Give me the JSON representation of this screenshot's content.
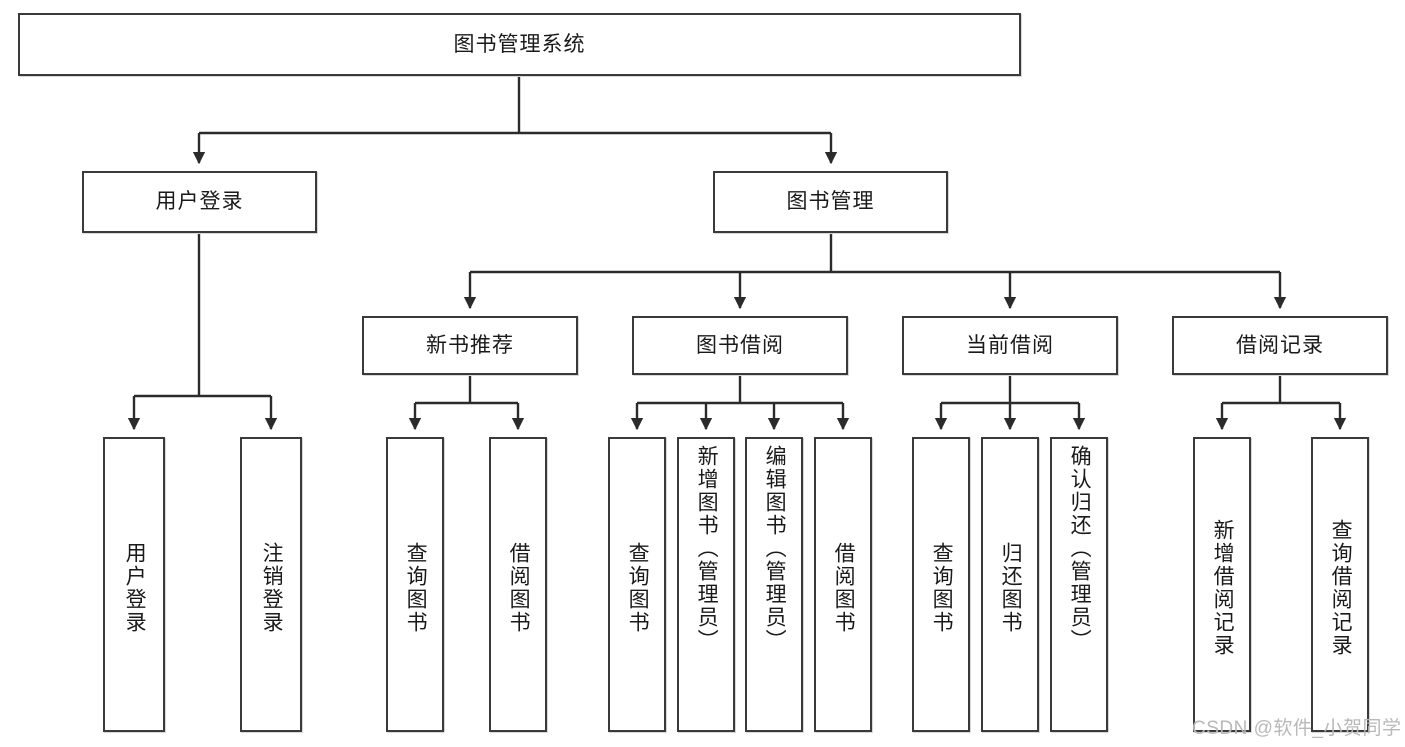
{
  "diagram": {
    "type": "tree",
    "title": "图书管理系统",
    "watermark": "CSDN @软件_小贺同学",
    "colors": {
      "box_border": "#3a3a3a",
      "box_fill": "#ffffff",
      "edge": "#2b2b2b",
      "text": "#1a1a1a",
      "watermark": "#b9b9b9",
      "background": "#ffffff"
    },
    "nodes": {
      "root": {
        "label": "图书管理系统",
        "level": 1,
        "orientation": "horizontal"
      },
      "user_login": {
        "label": "用户登录",
        "level": 2,
        "orientation": "horizontal"
      },
      "book_manage": {
        "label": "图书管理",
        "level": 2,
        "orientation": "horizontal"
      },
      "new_book_rec": {
        "label": "新书推荐",
        "level": 3,
        "orientation": "horizontal"
      },
      "book_borrow": {
        "label": "图书借阅",
        "level": 3,
        "orientation": "horizontal"
      },
      "current_borrow": {
        "label": "当前借阅",
        "level": 3,
        "orientation": "horizontal"
      },
      "borrow_record": {
        "label": "借阅记录",
        "level": 3,
        "orientation": "horizontal"
      },
      "leaf_user_login": {
        "label": "用户登录",
        "level": 4,
        "orientation": "vertical"
      },
      "leaf_logout": {
        "label": "注销登录",
        "level": 4,
        "orientation": "vertical"
      },
      "leaf_query_book_1": {
        "label": "查询图书",
        "level": 4,
        "orientation": "vertical"
      },
      "leaf_borrow_book_1": {
        "label": "借阅图书",
        "level": 4,
        "orientation": "vertical"
      },
      "leaf_query_book_2": {
        "label": "查询图书",
        "level": 4,
        "orientation": "vertical"
      },
      "leaf_add_book": {
        "label": "新增图书（管理员）",
        "level": 4,
        "orientation": "vertical"
      },
      "leaf_edit_book": {
        "label": "编辑图书（管理员）",
        "level": 4,
        "orientation": "vertical"
      },
      "leaf_borrow_book_2": {
        "label": "借阅图书",
        "level": 4,
        "orientation": "vertical"
      },
      "leaf_query_book_3": {
        "label": "查询图书",
        "level": 4,
        "orientation": "vertical"
      },
      "leaf_return_book": {
        "label": "归还图书",
        "level": 4,
        "orientation": "vertical"
      },
      "leaf_confirm_return": {
        "label": "确认归还（管理员）",
        "level": 4,
        "orientation": "vertical"
      },
      "leaf_add_record": {
        "label": "新增借阅记录",
        "level": 4,
        "orientation": "vertical"
      },
      "leaf_query_record": {
        "label": "查询借阅记录",
        "level": 4,
        "orientation": "vertical"
      }
    },
    "edges": [
      {
        "from": "root",
        "to": "user_login"
      },
      {
        "from": "root",
        "to": "book_manage"
      },
      {
        "from": "user_login",
        "to": "leaf_user_login"
      },
      {
        "from": "user_login",
        "to": "leaf_logout"
      },
      {
        "from": "book_manage",
        "to": "new_book_rec"
      },
      {
        "from": "book_manage",
        "to": "book_borrow"
      },
      {
        "from": "book_manage",
        "to": "current_borrow"
      },
      {
        "from": "book_manage",
        "to": "borrow_record"
      },
      {
        "from": "new_book_rec",
        "to": "leaf_query_book_1"
      },
      {
        "from": "new_book_rec",
        "to": "leaf_borrow_book_1"
      },
      {
        "from": "book_borrow",
        "to": "leaf_query_book_2"
      },
      {
        "from": "book_borrow",
        "to": "leaf_add_book"
      },
      {
        "from": "book_borrow",
        "to": "leaf_edit_book"
      },
      {
        "from": "book_borrow",
        "to": "leaf_borrow_book_2"
      },
      {
        "from": "current_borrow",
        "to": "leaf_query_book_3"
      },
      {
        "from": "current_borrow",
        "to": "leaf_return_book"
      },
      {
        "from": "current_borrow",
        "to": "leaf_confirm_return"
      },
      {
        "from": "borrow_record",
        "to": "leaf_add_record"
      },
      {
        "from": "borrow_record",
        "to": "leaf_query_record"
      }
    ]
  }
}
